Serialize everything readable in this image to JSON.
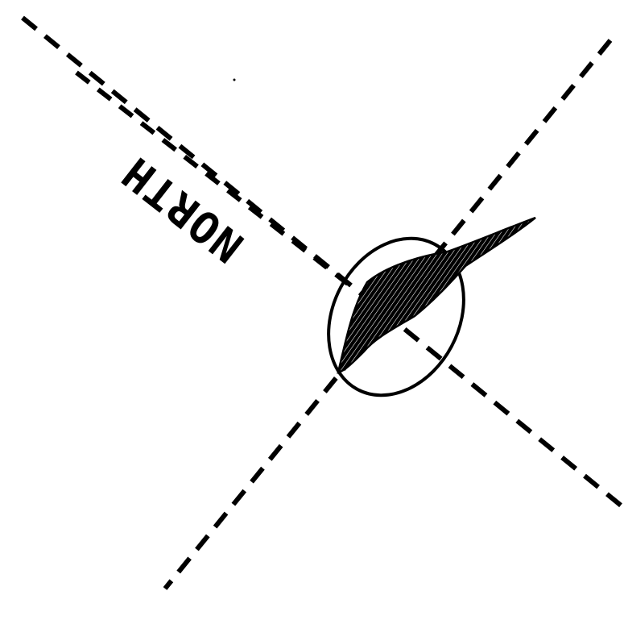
{
  "diagram": {
    "direction_label": "NORTH",
    "colors": {
      "background": "#ffffff",
      "ink": "#000000"
    },
    "elements": {
      "line_a": "dashed-line-northwest-southeast",
      "line_b": "dashed-line-northeast-southwest",
      "ellipse": "target-ellipse",
      "pointer": "pointer-shape"
    }
  }
}
